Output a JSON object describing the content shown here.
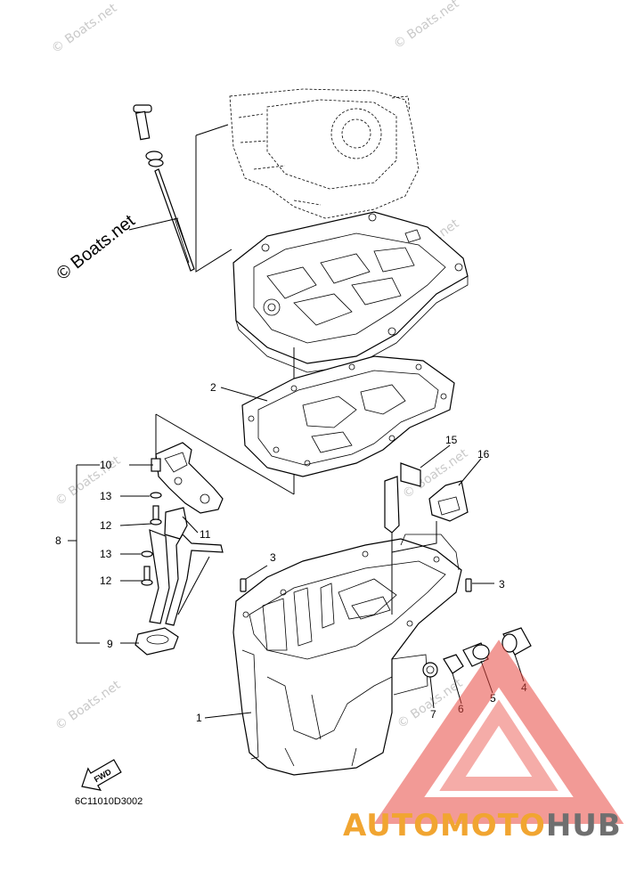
{
  "watermark": "© Boats.net",
  "drawing_code": "6C11010D3002",
  "fwd_label": "FWD",
  "brand": {
    "part1": "AUTOMOTO",
    "part2": "HUB",
    "color1": "#f1a531",
    "color2": "#6f6f6f",
    "logo_color": "#e8473f"
  },
  "callouts": {
    "c1": "1",
    "c2": "2",
    "c3a": "3",
    "c3b": "3",
    "c4": "4",
    "c5": "5",
    "c6": "6",
    "c7": "7",
    "c8": "8",
    "c9": "9",
    "c10": "10",
    "c11": "11",
    "c12a": "12",
    "c12b": "12",
    "c13a": "13",
    "c13b": "13",
    "c15": "15",
    "c16": "16"
  }
}
